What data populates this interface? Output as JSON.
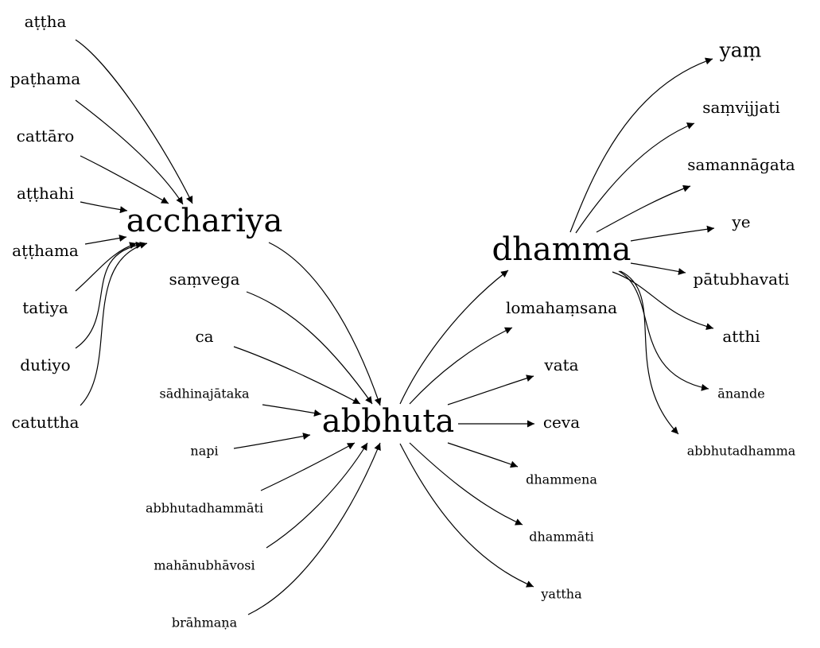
{
  "graph": {
    "nodes": [
      {
        "id": "attha",
        "label": "aṭṭha",
        "size": "md"
      },
      {
        "id": "pathama",
        "label": "paṭhama",
        "size": "md"
      },
      {
        "id": "cattaro",
        "label": "cattāro",
        "size": "md"
      },
      {
        "id": "atthahi",
        "label": "aṭṭhahi",
        "size": "md"
      },
      {
        "id": "atthama",
        "label": "aṭṭhama",
        "size": "md"
      },
      {
        "id": "tatiya",
        "label": "tatiya",
        "size": "md"
      },
      {
        "id": "dutiyo",
        "label": "dutiyo",
        "size": "md"
      },
      {
        "id": "catuttha",
        "label": "catuttha",
        "size": "md"
      },
      {
        "id": "acchariya",
        "label": "acchariya",
        "size": "xl"
      },
      {
        "id": "samvega",
        "label": "saṃvega",
        "size": "md"
      },
      {
        "id": "ca",
        "label": "ca",
        "size": "md"
      },
      {
        "id": "sadhinajataka",
        "label": "sādhinajātaka",
        "size": "sm"
      },
      {
        "id": "napi",
        "label": "napi",
        "size": "sm"
      },
      {
        "id": "abbhutadhammati",
        "label": "abbhutadhammāti",
        "size": "sm"
      },
      {
        "id": "mahanubhavosi",
        "label": "mahānubhāvosi",
        "size": "sm"
      },
      {
        "id": "brahmana",
        "label": "brāhmaṇa",
        "size": "sm"
      },
      {
        "id": "abbhuta",
        "label": "abbhuta",
        "size": "xl"
      },
      {
        "id": "dhamma",
        "label": "dhamma",
        "size": "xl"
      },
      {
        "id": "lomahamsana",
        "label": "lomahaṃsana",
        "size": "md"
      },
      {
        "id": "vata",
        "label": "vata",
        "size": "md"
      },
      {
        "id": "ceva",
        "label": "ceva",
        "size": "md"
      },
      {
        "id": "dhammena",
        "label": "dhammena",
        "size": "sm"
      },
      {
        "id": "dhammati",
        "label": "dhammāti",
        "size": "sm"
      },
      {
        "id": "yattha",
        "label": "yattha",
        "size": "sm"
      },
      {
        "id": "yam",
        "label": "yaṃ",
        "size": "lg"
      },
      {
        "id": "samvijjati",
        "label": "saṃvijjati",
        "size": "md"
      },
      {
        "id": "samannagata",
        "label": "samannāgata",
        "size": "md"
      },
      {
        "id": "ye",
        "label": "ye",
        "size": "md"
      },
      {
        "id": "patubhavati",
        "label": "pātubhavati",
        "size": "md"
      },
      {
        "id": "atthi",
        "label": "atthi",
        "size": "md"
      },
      {
        "id": "anande",
        "label": "ānande",
        "size": "sm"
      },
      {
        "id": "abbhutadhamma",
        "label": "abbhutadhamma",
        "size": "sm"
      }
    ],
    "edges": [
      {
        "from": "attha",
        "to": "acchariya"
      },
      {
        "from": "pathama",
        "to": "acchariya"
      },
      {
        "from": "cattaro",
        "to": "acchariya"
      },
      {
        "from": "atthahi",
        "to": "acchariya"
      },
      {
        "from": "atthama",
        "to": "acchariya"
      },
      {
        "from": "tatiya",
        "to": "acchariya"
      },
      {
        "from": "dutiyo",
        "to": "acchariya"
      },
      {
        "from": "catuttha",
        "to": "acchariya"
      },
      {
        "from": "acchariya",
        "to": "abbhuta"
      },
      {
        "from": "samvega",
        "to": "abbhuta"
      },
      {
        "from": "ca",
        "to": "abbhuta"
      },
      {
        "from": "sadhinajataka",
        "to": "abbhuta"
      },
      {
        "from": "napi",
        "to": "abbhuta"
      },
      {
        "from": "abbhutadhammati",
        "to": "abbhuta"
      },
      {
        "from": "mahanubhavosi",
        "to": "abbhuta"
      },
      {
        "from": "brahmana",
        "to": "abbhuta"
      },
      {
        "from": "abbhuta",
        "to": "dhamma"
      },
      {
        "from": "abbhuta",
        "to": "lomahamsana"
      },
      {
        "from": "abbhuta",
        "to": "vata"
      },
      {
        "from": "abbhuta",
        "to": "ceva"
      },
      {
        "from": "abbhuta",
        "to": "dhammena"
      },
      {
        "from": "abbhuta",
        "to": "dhammati"
      },
      {
        "from": "abbhuta",
        "to": "yattha"
      },
      {
        "from": "dhamma",
        "to": "yam"
      },
      {
        "from": "dhamma",
        "to": "samvijjati"
      },
      {
        "from": "dhamma",
        "to": "samannagata"
      },
      {
        "from": "dhamma",
        "to": "ye"
      },
      {
        "from": "dhamma",
        "to": "patubhavati"
      },
      {
        "from": "dhamma",
        "to": "atthi"
      },
      {
        "from": "dhamma",
        "to": "anande"
      },
      {
        "from": "dhamma",
        "to": "abbhutadhamma"
      }
    ]
  }
}
